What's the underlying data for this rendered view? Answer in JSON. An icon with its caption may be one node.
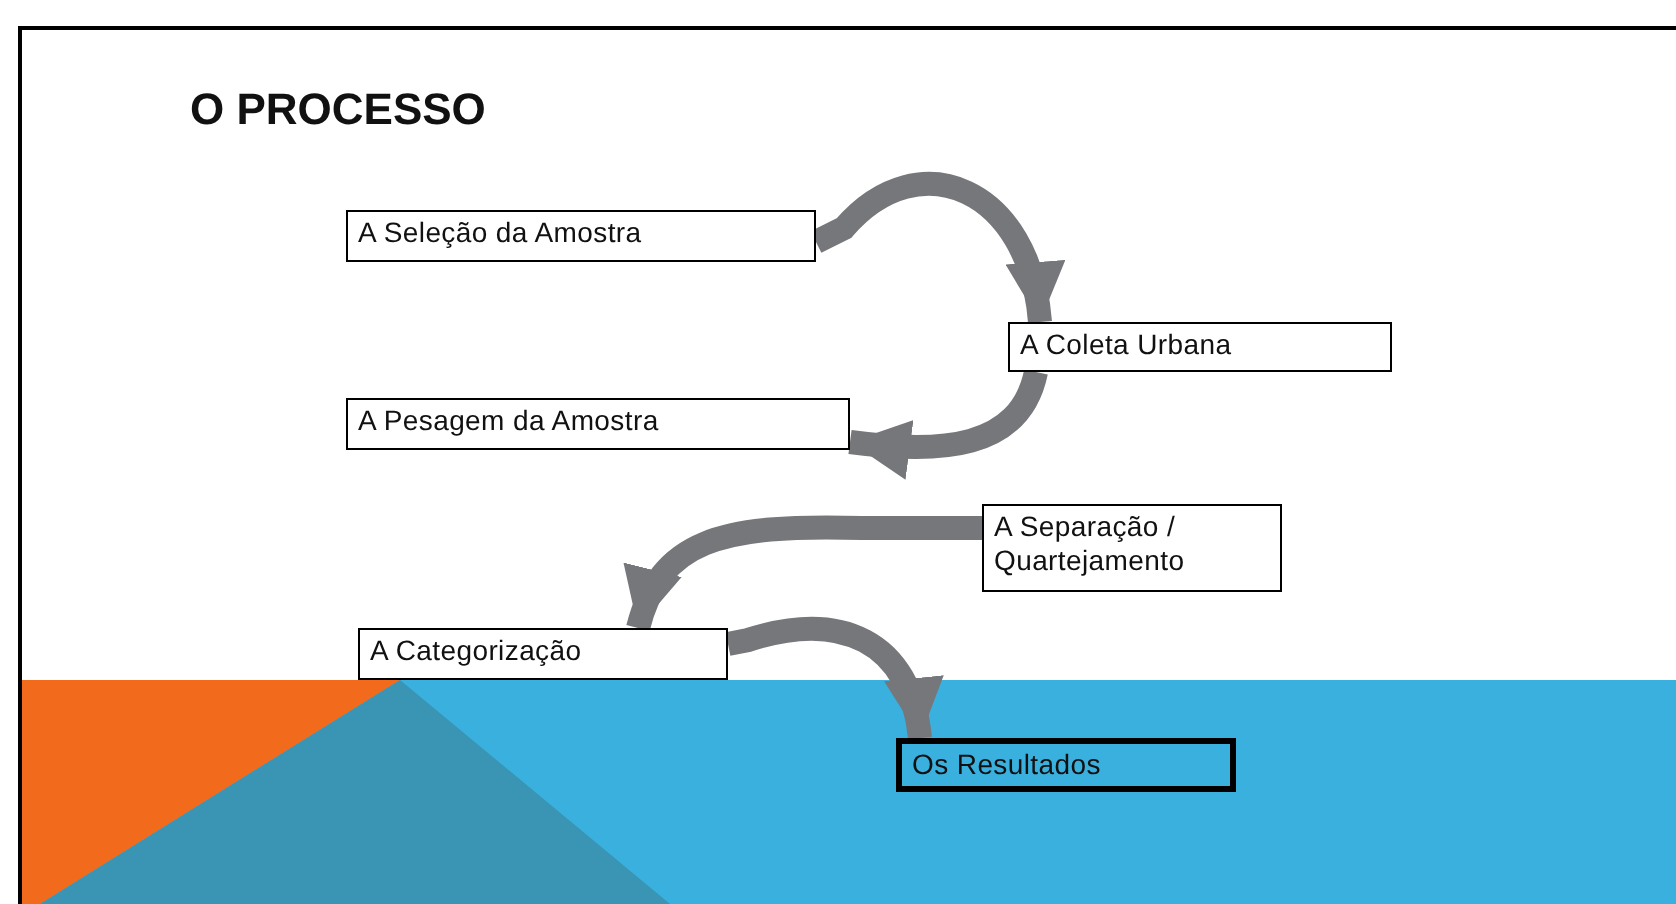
{
  "diagram": {
    "title": "O PROCESSO",
    "nodes": [
      {
        "text": [
          "A Seleção da Amostra"
        ]
      },
      {
        "text": [
          "A Coleta Urbana"
        ]
      },
      {
        "text": [
          "A Pesagem da Amostra"
        ]
      },
      {
        "text": [
          "A Separação / Quartejamento"
        ]
      },
      {
        "text": [
          "A Categorização"
        ]
      },
      {
        "text": [
          "Os Resultados"
        ]
      }
    ],
    "edges": [
      {
        "from": 0,
        "to": 1,
        "arrow": "to"
      },
      {
        "from": 1,
        "to": 2,
        "arrow": "to"
      },
      {
        "from": 3,
        "to": 4,
        "arrow": "to"
      },
      {
        "from": 4,
        "to": 5,
        "arrow": "to"
      }
    ]
  }
}
